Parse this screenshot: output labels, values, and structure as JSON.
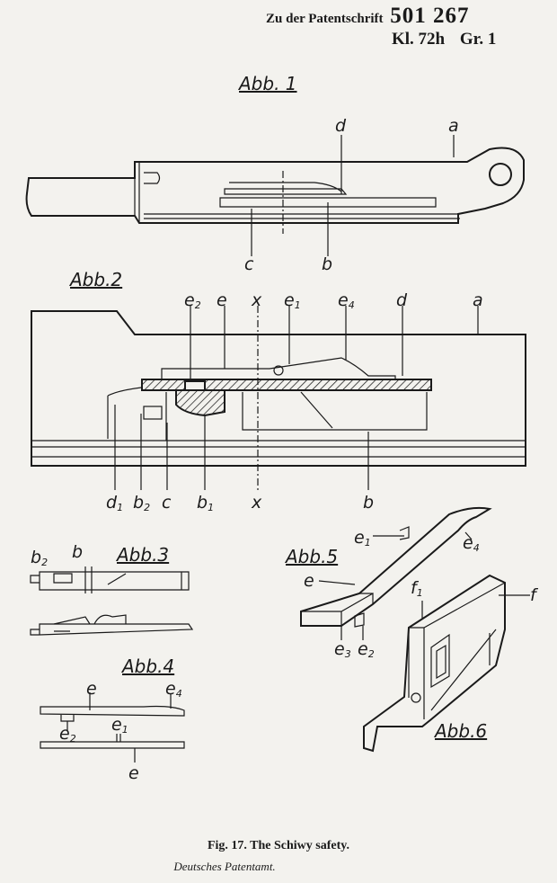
{
  "header": {
    "prefix": "Zu der Patentschrift",
    "number": "501 267",
    "class": "Kl. 72h",
    "group": "Gr. 1"
  },
  "figures": {
    "abb1": {
      "title": "Abb. 1",
      "labels": {
        "a": "a",
        "b": "b",
        "c": "c",
        "d": "d"
      }
    },
    "abb2": {
      "title": "Abb.2",
      "labels": {
        "a": "a",
        "b": "b",
        "c": "c",
        "d": "d",
        "e": "e",
        "x": "x"
      }
    },
    "abb3": {
      "title": "Abb.3",
      "labels": {
        "b": "b"
      }
    },
    "abb4": {
      "title": "Abb.4",
      "labels": {
        "e": "e"
      }
    },
    "abb5": {
      "title": "Abb.5",
      "labels": {
        "e": "e"
      }
    },
    "abb6": {
      "title": "Abb.6",
      "labels": {
        "f": "f"
      }
    }
  },
  "caption": {
    "line1": "Fig. 17. The Schiwy safety.",
    "line2": "Deutsches Patentamt."
  }
}
